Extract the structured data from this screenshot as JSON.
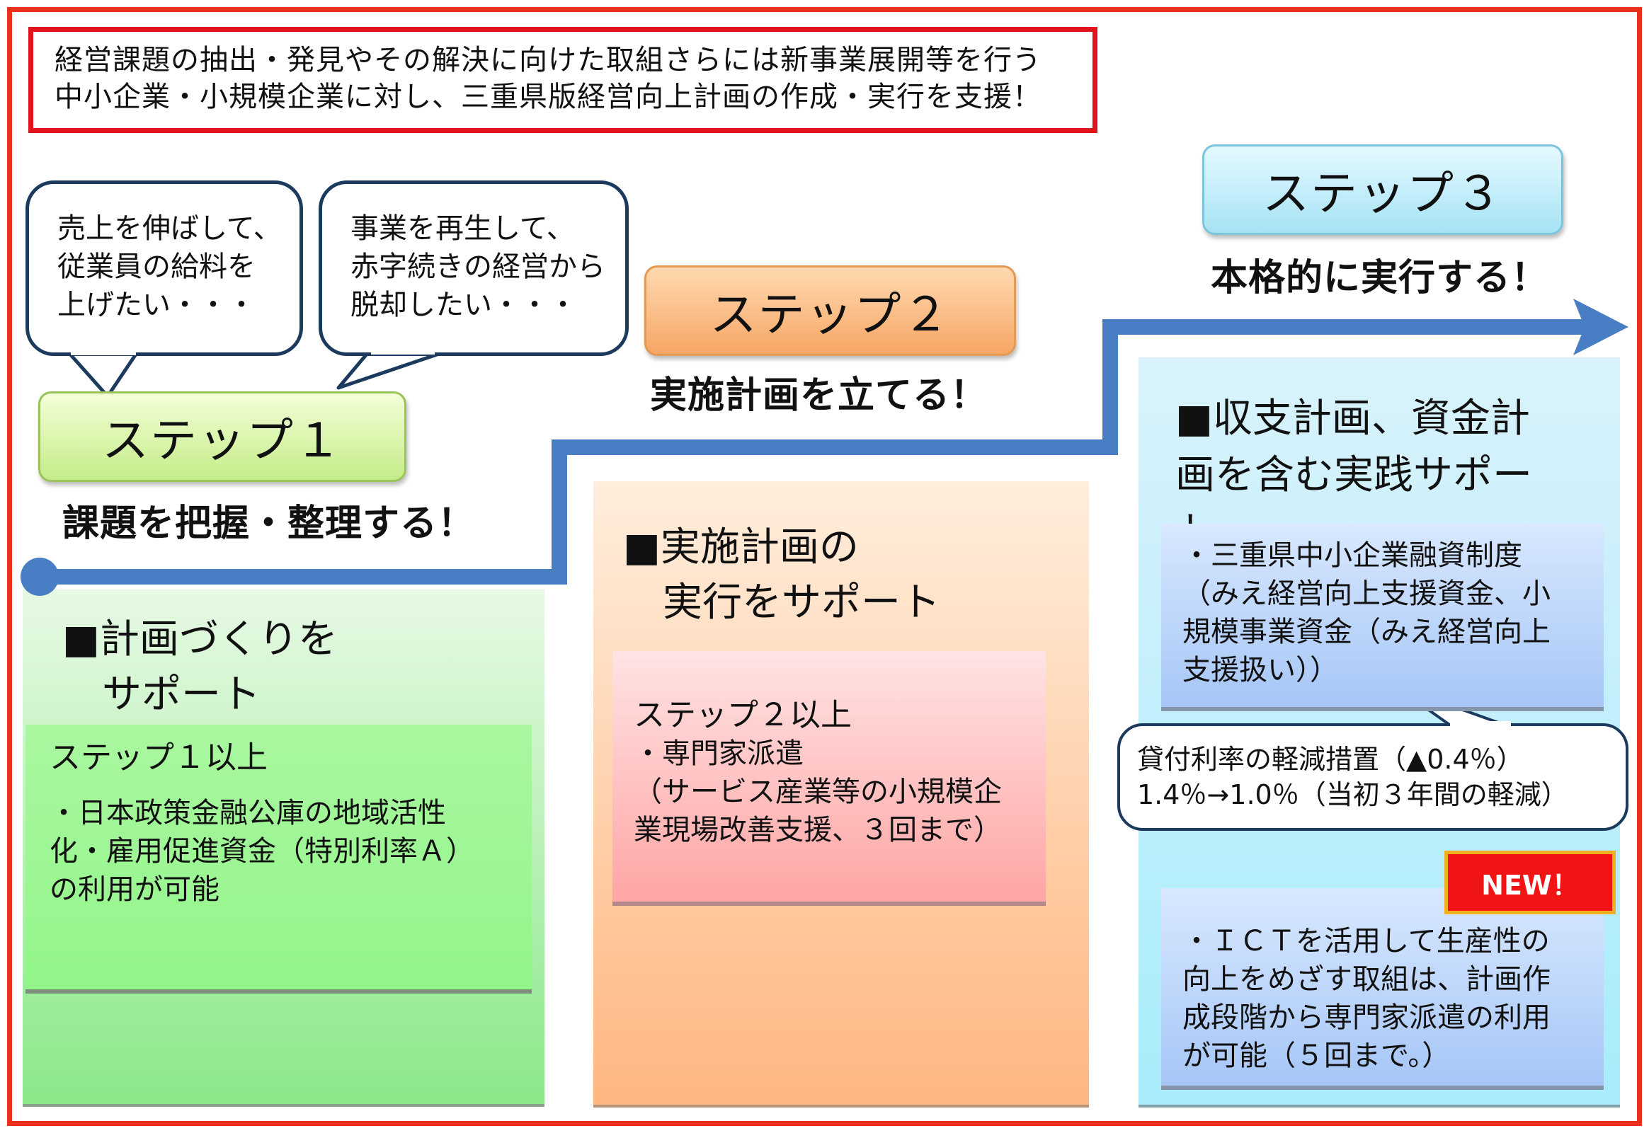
{
  "intro": {
    "line1": "経営課題の抽出・発見やその解決に向けた取組さらには新事業展開等を行う",
    "line2": "中小企業・小規模企業に対し、三重県版経営向上計画の作成・実行を支援！"
  },
  "bubble1": {
    "line1": "売上を伸ばして、",
    "line2": "従業員の給料を",
    "line3": "上げたい・・・"
  },
  "bubble2": {
    "line1": "事業を再生して、",
    "line2": "赤字続きの経営から",
    "line3": "脱却したい・・・"
  },
  "step1": {
    "label": "ステップ１",
    "subtitle": "課題を把握・整理する！"
  },
  "step2": {
    "label": "ステップ２",
    "subtitle": "実施計画を立てる！"
  },
  "step3": {
    "label": "ステップ３",
    "subtitle": "本格的に実行する！"
  },
  "col1": {
    "heading1": "■計画づくりを",
    "heading2": "　サポート",
    "item_title": "ステップ１以上",
    "item_line1": "・日本政策金融公庫の地域活性",
    "item_line2": "化・雇用促進資金（特別利率Ａ）",
    "item_line3": "の利用が可能"
  },
  "col2": {
    "heading1": "■実施計画の",
    "heading2": "　実行をサポート",
    "item_title": "ステップ２以上",
    "item_line1": "・専門家派遣",
    "item_line2": "（サービス産業等の小規模企",
    "item_line3": "業現場改善支援、３回まで）"
  },
  "col3": {
    "heading1": "■収支計画、資金計",
    "heading2": "画を含む実践サポー",
    "heading3": "ト",
    "item1_line1": "・三重県中小企業融資制度",
    "item1_line2": "（みえ経営向上支援資金、小",
    "item1_line3": "規模事業資金（みえ経営向上",
    "item1_line4": "支援扱い））",
    "callout_line1": "貸付利率の軽減措置（▲0.4％）",
    "callout_line2": "1.4％→1.0％（当初３年間の軽減）",
    "new_badge": "NEW！",
    "item2_line1": "・ＩＣＴを活用して生産性の",
    "item2_line2": "向上をめざす取組は、計画作",
    "item2_line3": "成段階から専門家派遣の利用",
    "item2_line4": "が可能（５回まで。）"
  },
  "colors": {
    "frame": "#e8301a",
    "flow_arrow": "#4a7ec4",
    "bubble_border": "#1c3a5e"
  }
}
